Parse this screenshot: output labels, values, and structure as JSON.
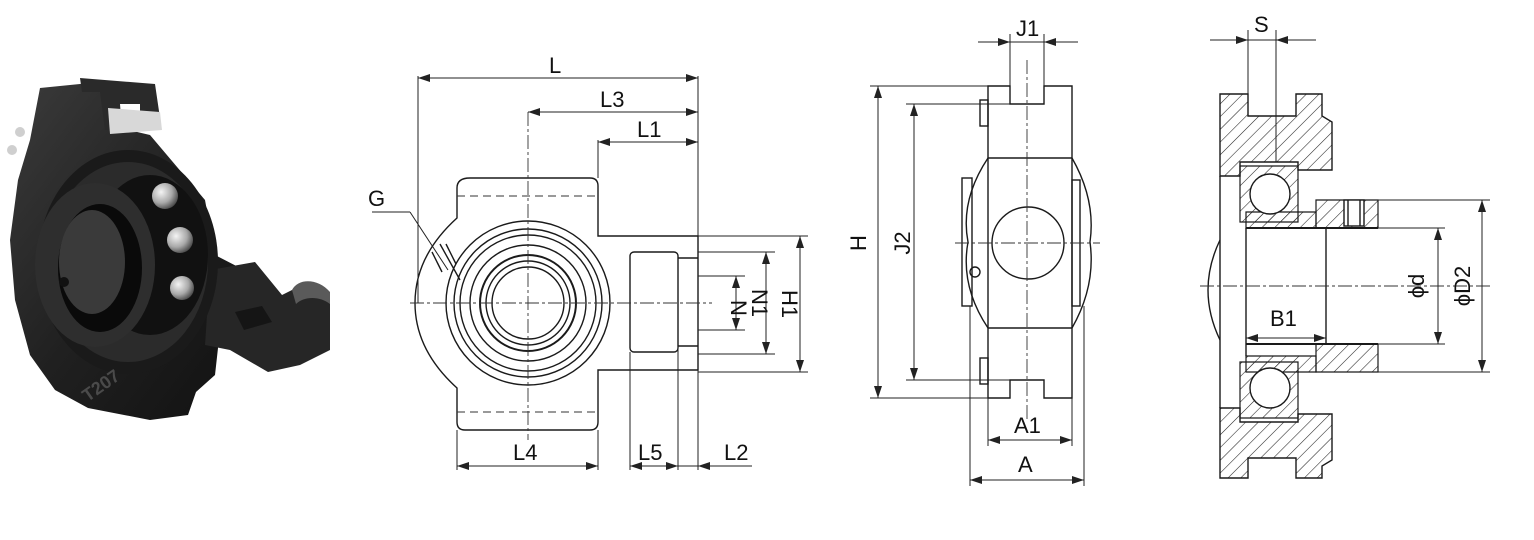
{
  "photo": {
    "part_marking": "T207"
  },
  "front_view": {
    "dims": {
      "L": "L",
      "L3": "L3",
      "L1": "L1",
      "G": "G",
      "L4": "L4",
      "L5": "L5",
      "L2": "L2",
      "N": "N",
      "N1": "N1",
      "H1": "H1"
    }
  },
  "side_view": {
    "dims": {
      "J1": "J1",
      "H": "H",
      "J2": "J2",
      "A1": "A1",
      "A": "A"
    }
  },
  "section_view": {
    "dims": {
      "S": "S",
      "B1": "B1",
      "d": "ϕd",
      "D2": "ϕD2"
    }
  }
}
